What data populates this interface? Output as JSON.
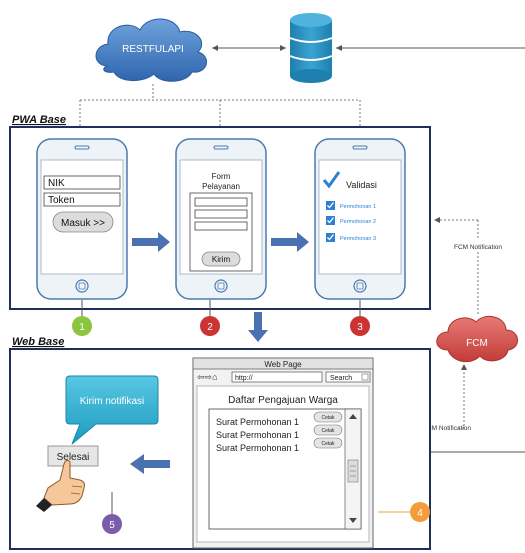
{
  "cloud_api": "RESTFULAPI",
  "cloud_fcm": "FCM",
  "pwa_title": "PWA Base",
  "web_title": "Web Base",
  "phone1": {
    "nik": "NIK",
    "token": "Token",
    "button": "Masuk >>"
  },
  "phone2": {
    "line1": "Form",
    "line2": "Pelayanan",
    "button": "Kirim"
  },
  "phone3": {
    "title": "Validasi",
    "items": [
      "Permohonan 1",
      "Permohonan 2",
      "Permohonan 3"
    ]
  },
  "fcm_notif_right": "FCM Notification",
  "fcm_notif_web": "FCM Notification",
  "webpage": {
    "title": "Web Page",
    "url": "http://",
    "search": "Search",
    "heading": "Daftar Pengajuan Warga",
    "rows": [
      "Surat Permohonan 1",
      "Surat Permohonan 1",
      "Surat Permohonan 1"
    ],
    "cetak": "Cetak"
  },
  "bubble": "Kirim notifikasi",
  "selesai": "Selesai",
  "steps": [
    "1",
    "2",
    "3",
    "4",
    "5"
  ],
  "colors": {
    "step1": "#8cc63f",
    "step2": "#cc3333",
    "step3": "#cc3333",
    "step4": "#f39c3c",
    "step5": "#7b5ca8",
    "arrow": "#4a72b0",
    "cloud_blue": "#4f86c6",
    "cloud_red": "#d9534f",
    "db": "#2a8bb8"
  }
}
